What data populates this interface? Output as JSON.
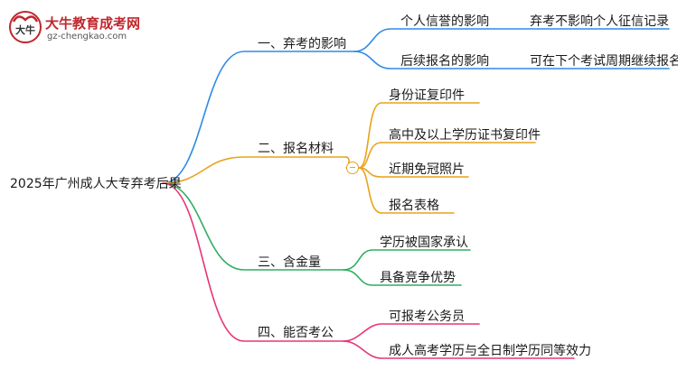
{
  "logo": {
    "title": "大牛教育成考网",
    "url": "gz-chengkao.com",
    "mark_text": "大牛"
  },
  "root": {
    "label": "2025年广州成人大专弃考后果"
  },
  "colors": {
    "blue": "#2e8ae6",
    "orange": "#e9a21a",
    "green": "#2fae62",
    "pink": "#e8357a"
  },
  "branches": [
    {
      "label": "一、弃考的影响",
      "color": "blue",
      "children": [
        {
          "label": "个人信誉的影响",
          "detail": "弃考不影响个人征信记录"
        },
        {
          "label": "后续报名的影响",
          "detail": "可在下个考试周期继续报名"
        }
      ]
    },
    {
      "label": "二、报名材料",
      "color": "orange",
      "children": [
        {
          "label": "身份证复印件"
        },
        {
          "label": "高中及以上学历证书复印件"
        },
        {
          "label": "近期免冠照片"
        },
        {
          "label": "报名表格"
        }
      ]
    },
    {
      "label": "三、含金量",
      "color": "green",
      "children": [
        {
          "label": "学历被国家承认"
        },
        {
          "label": "具备竞争优势"
        }
      ]
    },
    {
      "label": "四、能否考公",
      "color": "pink",
      "children": [
        {
          "label": "可报考公务员"
        },
        {
          "label": "成人高考学历与全日制学历同等效力"
        }
      ]
    }
  ]
}
